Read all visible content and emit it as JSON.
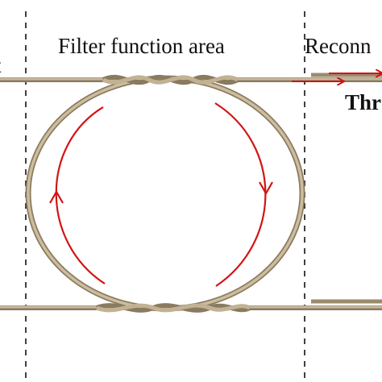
{
  "regions": {
    "left": {
      "title": "t"
    },
    "center": {
      "title": "Filter function area"
    },
    "right": {
      "title": "Reconn"
    }
  },
  "port_labels": {
    "through": "Thr"
  },
  "colors": {
    "fiber": "#b8a88c",
    "fiber_dark": "#8a7a60",
    "arrow": "#d21414",
    "divider": "#111111"
  }
}
